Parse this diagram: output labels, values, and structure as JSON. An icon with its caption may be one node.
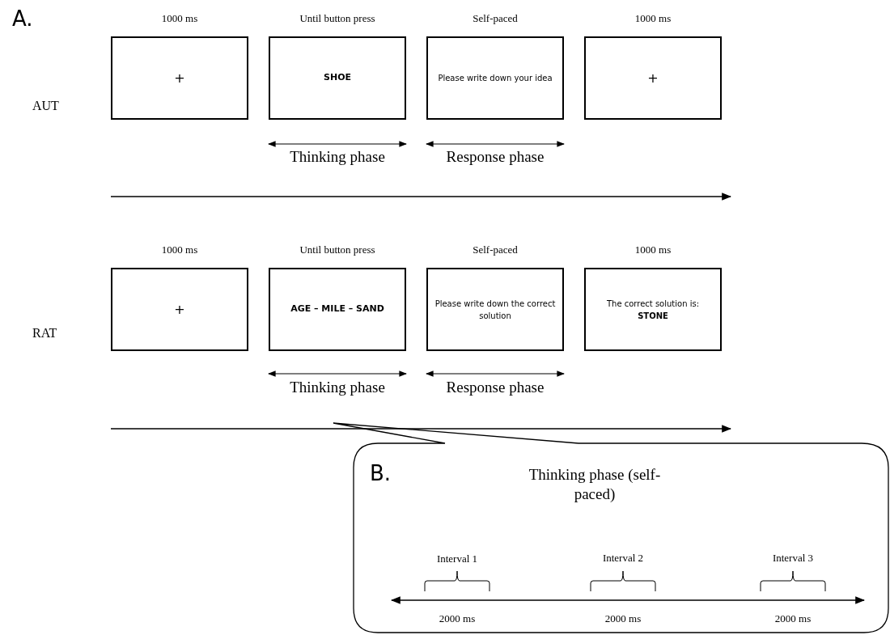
{
  "diagram": {
    "nodes": [
      {
        "text": [
          "+"
        ],
        "beside": [
          "1000 ms"
        ]
      },
      {
        "text": [
          "SHOE"
        ],
        "beside": [
          "Until button press"
        ]
      },
      {
        "text": [
          "Please write down your idea"
        ],
        "beside": [
          "Self-paced"
        ]
      },
      {
        "text": [
          "+"
        ],
        "beside": [
          "1000 ms"
        ]
      },
      {
        "text": [
          "+"
        ],
        "beside": [
          "1000 ms"
        ]
      },
      {
        "text": [
          "AGE – MILE – SAND"
        ],
        "beside": [
          "Until button press"
        ]
      },
      {
        "text": [
          "Please write down the correct solution"
        ],
        "beside": [
          "Self-paced"
        ]
      },
      {
        "text": [
          "The correct solution is: **STONE**"
        ],
        "beside": [
          "1000 ms"
        ]
      },
      {
        "text": [
          "B.",
          "Thinking phase (self-paced)"
        ]
      }
    ],
    "labels": [
      "A.",
      "AUT",
      "Thinking phase",
      "Response phase",
      "RAT",
      "Thinking phase",
      "Response phase",
      "Interval 1",
      "Interval 2",
      "Interval 3",
      "2000 ms",
      "2000 ms",
      "2000 ms"
    ]
  }
}
